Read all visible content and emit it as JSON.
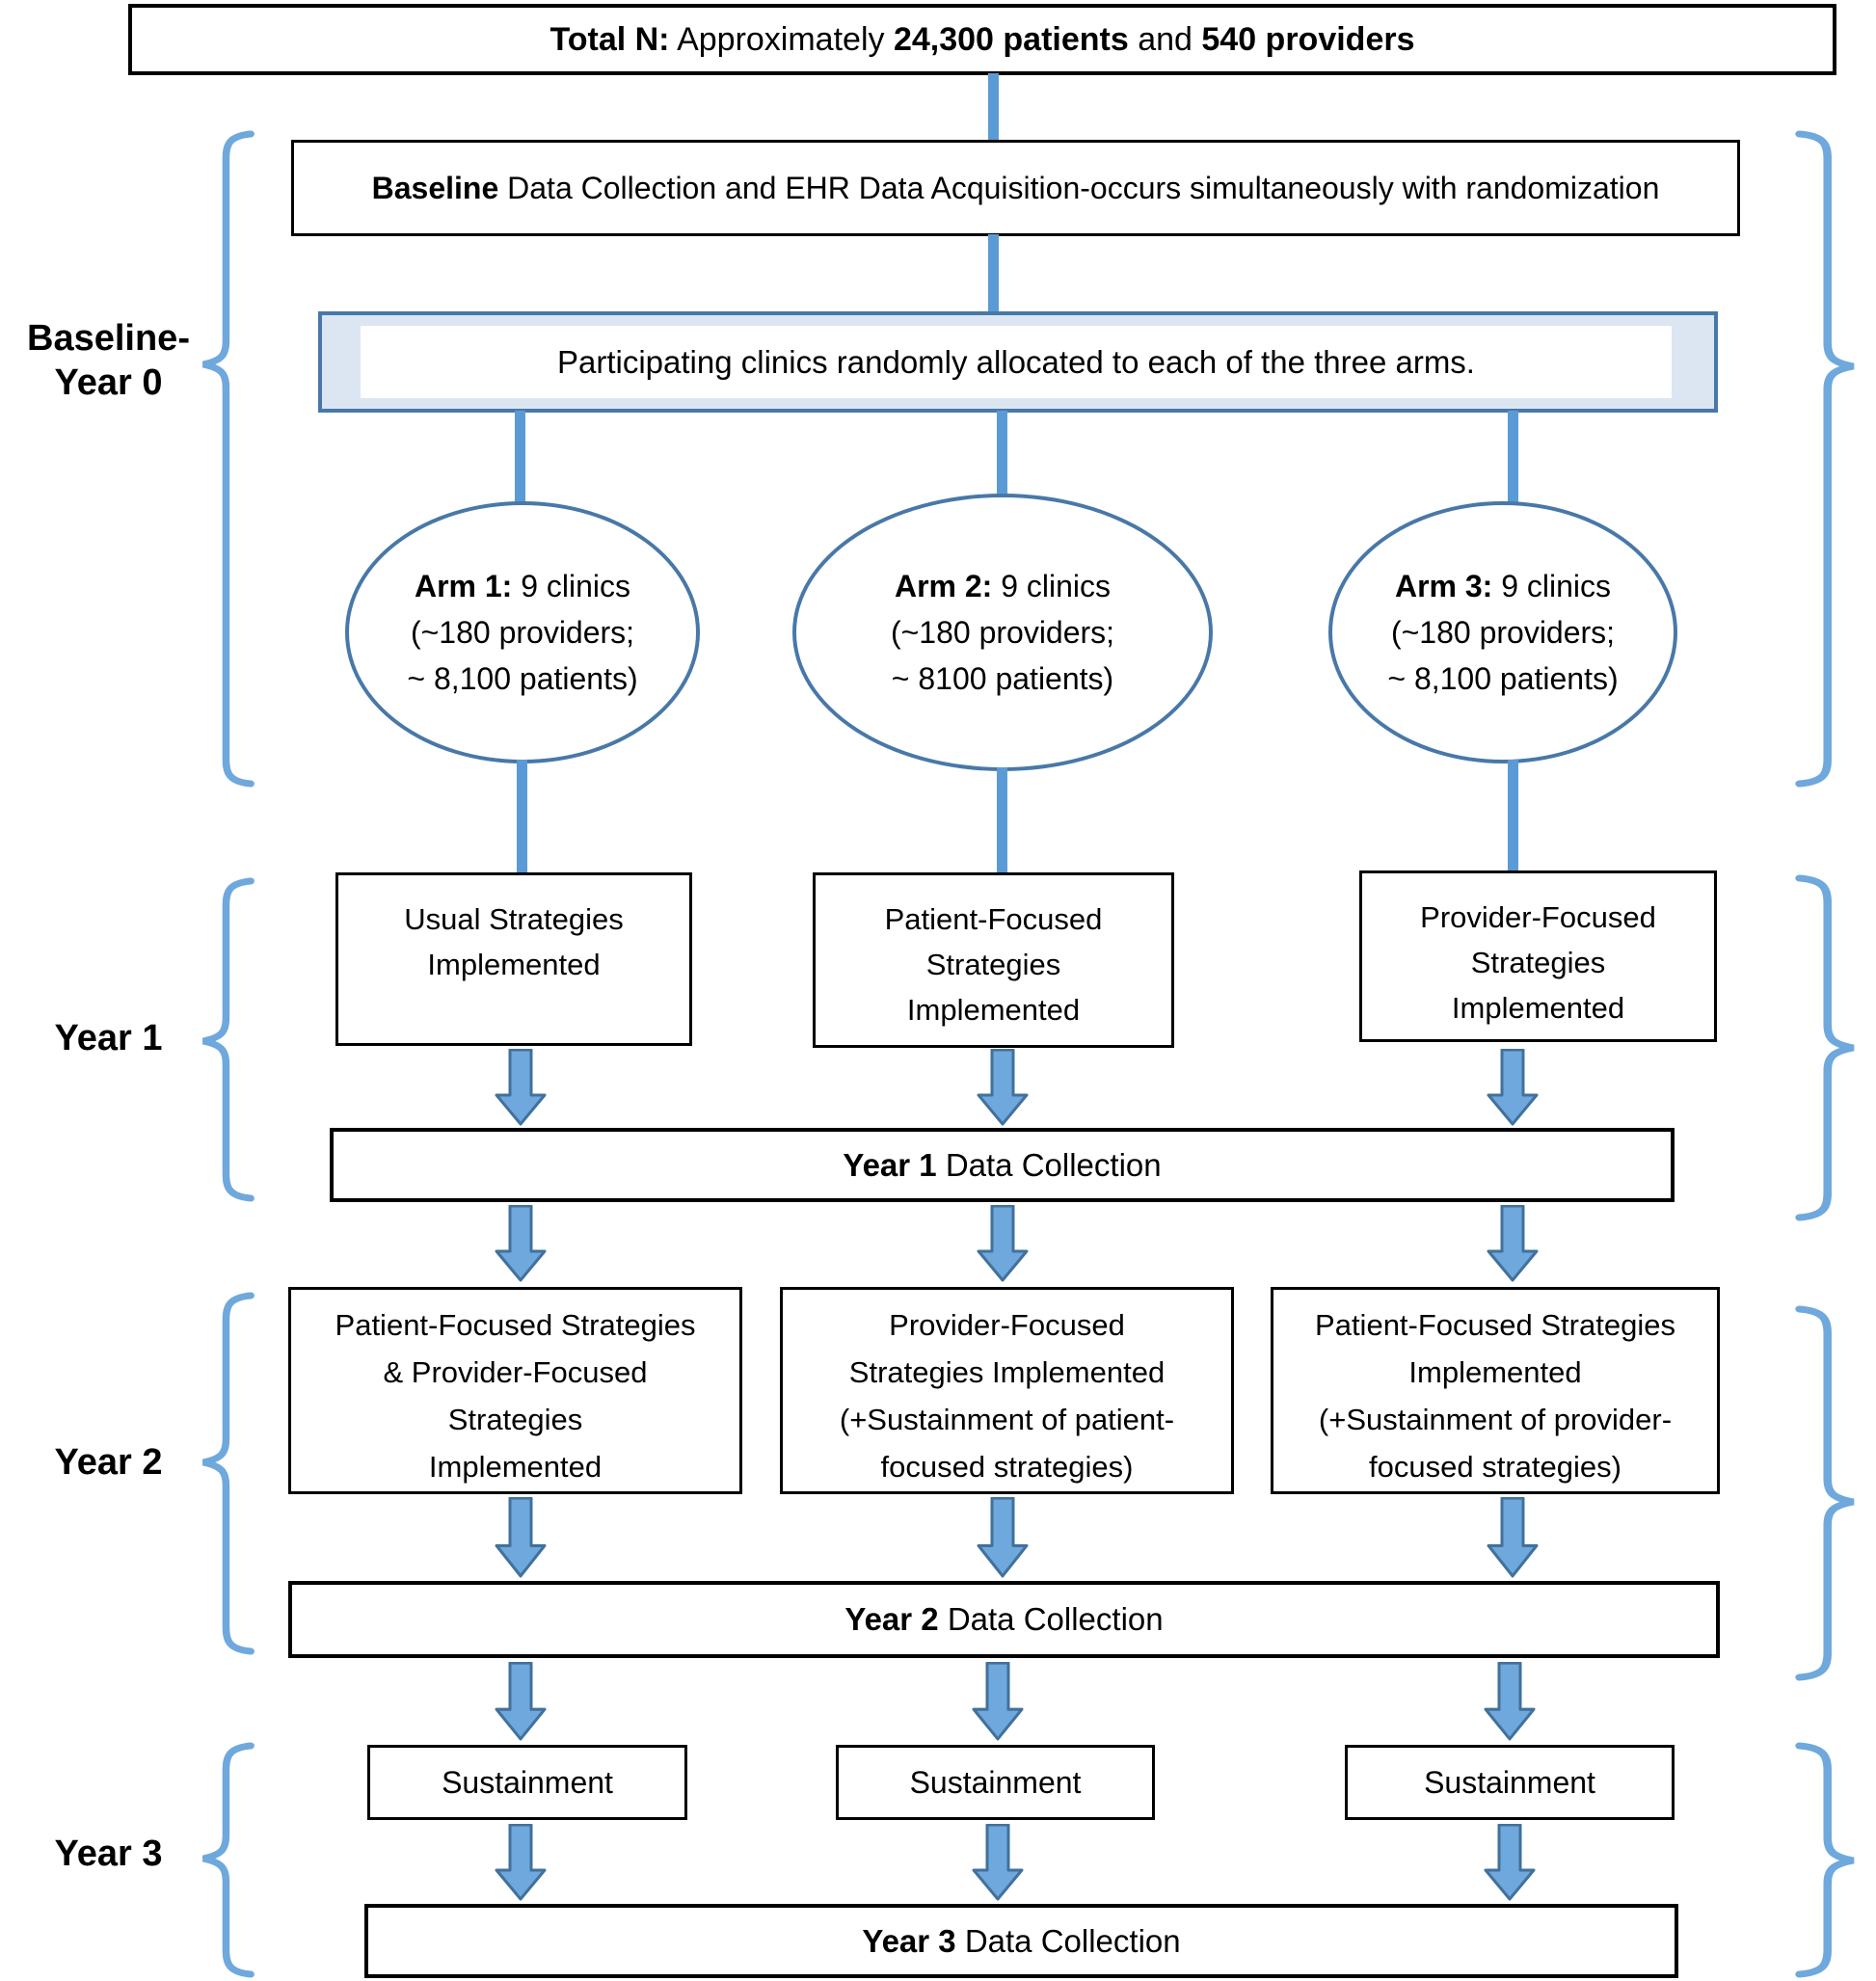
{
  "header": {
    "total_bold1": "Total N:",
    "total_reg1": " Approximately ",
    "total_bold2": "24,300 patients",
    "total_reg2": " and ",
    "total_bold3": "540 providers"
  },
  "baseline_box": {
    "bold": "Baseline",
    "rest": " Data Collection and EHR Data Acquisition-occurs simultaneously with randomization"
  },
  "allocation_box": {
    "text": "Participating clinics randomly allocated to each of the three arms."
  },
  "arms": [
    {
      "bold": "Arm 1:",
      "rest": " 9 clinics",
      "line2": "(~180 providers;",
      "line3": "~ 8,100 patients)"
    },
    {
      "bold": "Arm 2:",
      "rest": " 9 clinics",
      "line2": "(~180 providers;",
      "line3": "~ 8100 patients)"
    },
    {
      "bold": "Arm 3:",
      "rest": " 9 clinics",
      "line2": "(~180 providers;",
      "line3": "~ 8,100 patients)"
    }
  ],
  "year1": {
    "boxes": [
      {
        "lines": [
          "Usual Strategies",
          "Implemented"
        ]
      },
      {
        "lines": [
          "Patient-Focused",
          "Strategies",
          "Implemented"
        ]
      },
      {
        "lines": [
          "Provider-Focused",
          "Strategies",
          "Implemented"
        ]
      }
    ],
    "bar_bold": "Year 1",
    "bar_rest": " Data Collection"
  },
  "year2": {
    "boxes": [
      {
        "lines": [
          "Patient-Focused Strategies",
          "& Provider-Focused",
          "Strategies",
          "Implemented"
        ]
      },
      {
        "lines": [
          "Provider-Focused",
          "Strategies Implemented",
          "(+Sustainment of patient-",
          "focused strategies)"
        ]
      },
      {
        "lines": [
          "Patient-Focused Strategies",
          "Implemented",
          "(+Sustainment of provider-",
          "focused strategies)"
        ]
      }
    ],
    "bar_bold": "Year 2",
    "bar_rest": " Data Collection"
  },
  "year3": {
    "boxes": [
      {
        "label": "Sustainment"
      },
      {
        "label": "Sustainment"
      },
      {
        "label": "Sustainment"
      }
    ],
    "bar_bold": "Year 3",
    "bar_rest": " Data Collection"
  },
  "side_labels": {
    "baseline_line1": "Baseline-",
    "baseline_line2": "Year 0",
    "year1": "Year 1",
    "year2": "Year 2",
    "year3": "Year 3"
  },
  "colors": {
    "brace": "#6FA8DC",
    "connector": "#5B9BD5",
    "arrow_fill": "#6FA8DC",
    "arrow_stroke": "#41719C",
    "ellipse_border": "#4878A8",
    "allocation_fill": "#DCE6F2",
    "box_border": "#000000"
  }
}
